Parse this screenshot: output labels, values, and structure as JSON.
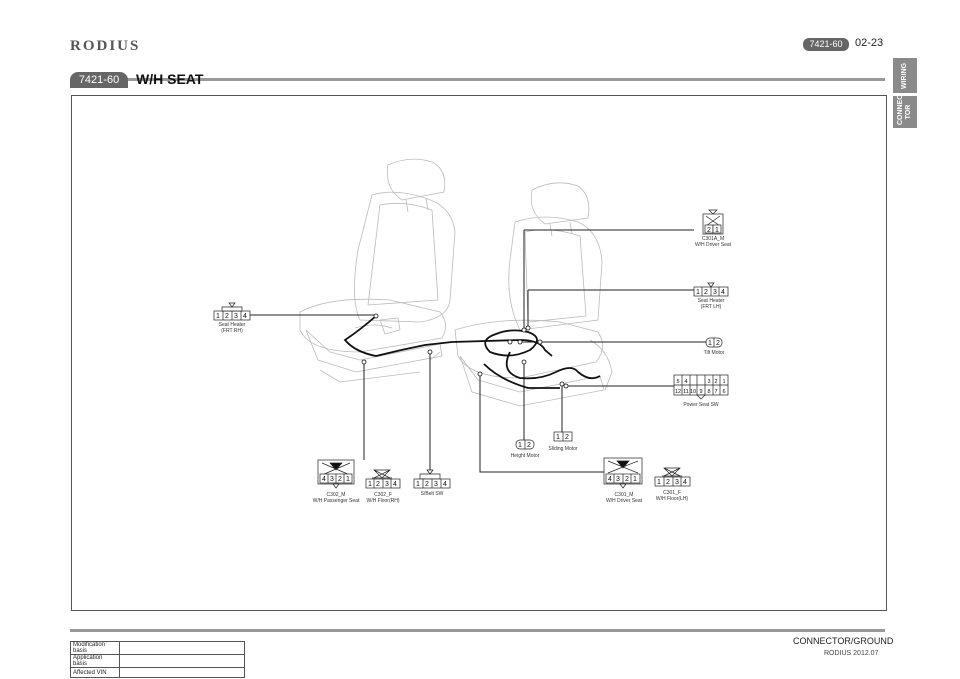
{
  "header": {
    "brand": "RODIUS",
    "code": "7421-60",
    "page": "02-23"
  },
  "side_tabs": [
    "WIRING",
    "CONNEC TOR"
  ],
  "title": {
    "code": "7421-60",
    "text": "W/H SEAT"
  },
  "connectors": {
    "c301a": {
      "pins": [
        "2",
        "1"
      ],
      "name": "C301A_M",
      "desc": "W/H Driver Seat"
    },
    "heater_lh": {
      "pins": [
        "1",
        "2",
        "3",
        "4"
      ],
      "name": "Seat Heater",
      "desc": "(FRT LH)"
    },
    "tilt": {
      "pins": [
        "1",
        "2"
      ],
      "name": "Tilt Motor"
    },
    "power_sw": {
      "top": [
        "5",
        "4",
        "",
        "3",
        "2",
        "1"
      ],
      "bottom": [
        "12",
        "11",
        "10",
        "9",
        "8",
        "7",
        "6"
      ],
      "name": "Power Seat SW"
    },
    "heater_rh": {
      "pins": [
        "1",
        "2",
        "3",
        "4"
      ],
      "name": "Seat Heater",
      "desc": "(FRT RH)"
    },
    "height": {
      "pins": [
        "1",
        "2"
      ],
      "name": "Height Motor"
    },
    "sliding": {
      "pins": [
        "1",
        "2"
      ],
      "name": "Sliding Motor"
    },
    "c302m": {
      "pins": [
        "4",
        "3",
        "2",
        "1"
      ],
      "name": "C302_M",
      "desc": "W/H Passenger Seat"
    },
    "c302f": {
      "pins": [
        "1",
        "2",
        "3",
        "4"
      ],
      "name": "C302_F",
      "desc": "W/H Floor(RH)"
    },
    "sbelt": {
      "pins": [
        "1",
        "2",
        "3",
        "4"
      ],
      "name": "S/Belt SW"
    },
    "c301m": {
      "pins": [
        "4",
        "3",
        "2",
        "1"
      ],
      "name": "C301_M",
      "desc": "W/H Driver Seat"
    },
    "c301f": {
      "pins": [
        "1",
        "2",
        "3",
        "4"
      ],
      "name": "C301_F",
      "desc": "W/H Floor(LH)"
    }
  },
  "footer": {
    "title": "CONNECTOR/GROUND",
    "sub": "RODIUS 2012.07",
    "rows": [
      "Modification basis",
      "Application basis",
      "Affected VIN"
    ]
  }
}
